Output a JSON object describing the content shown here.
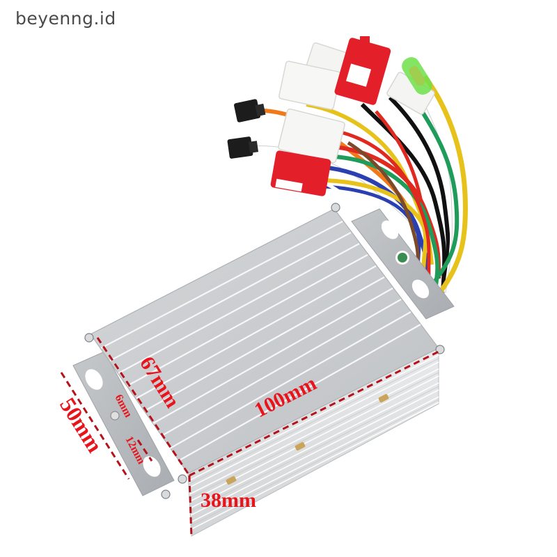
{
  "watermark": {
    "text": "beyenng.id"
  },
  "product": {
    "subject": "brushless motor controller",
    "colors": {
      "aluminum_top": "#c9ccce",
      "aluminum_fin": "#f3f4f5",
      "aluminum_side": "#dcdee0",
      "flange": "#b9bcbf",
      "dimension_red": "#e8141c",
      "dashed_line": "#b5121b"
    }
  },
  "dimensions": {
    "width": "67mm",
    "length": "100mm",
    "height": "38mm",
    "flange_depth": "50mm",
    "hole_small": "6mm",
    "hole_slot": "12mm"
  },
  "wires": {
    "colors": [
      "#f2a82a",
      "#e02a20",
      "#1f9c5a",
      "#2a3fb0",
      "#111111",
      "#ffffff",
      "#e6c21a",
      "#f07a1a",
      "#7a4a2a",
      "#2aa6c8"
    ]
  },
  "connectors": {
    "colors": {
      "red": "#e3202a",
      "white": "#f4f4f2",
      "black": "#1c1c1c",
      "green": "#6fe04a"
    }
  }
}
